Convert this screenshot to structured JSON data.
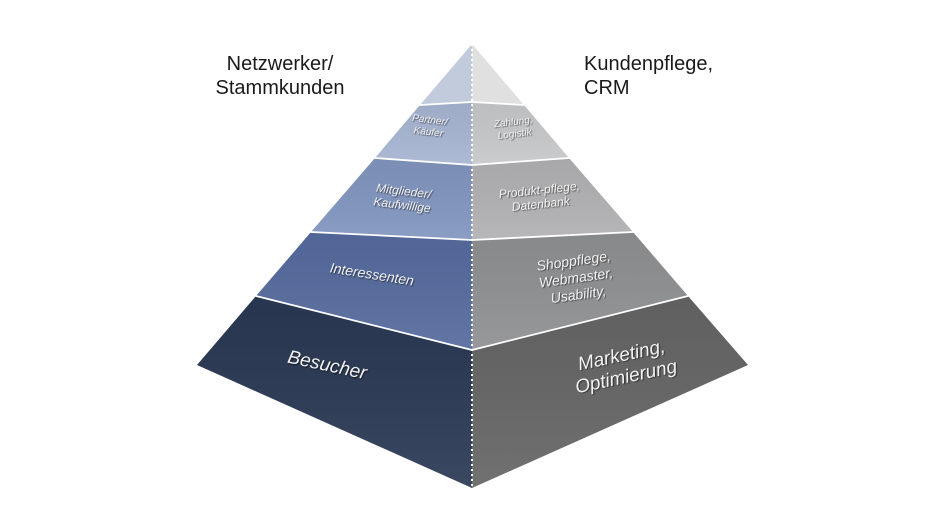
{
  "annotations": {
    "top_left": {
      "lines": [
        "Netzwerker/",
        "Stammkunden"
      ]
    },
    "top_right": {
      "lines": [
        "Kundenpflege,",
        "CRM"
      ]
    }
  },
  "pyramid": {
    "divider_color": "#ffffff",
    "text_colors": {
      "heading": "#1a1a1a",
      "face_label": "#f2f2f2"
    },
    "levels": [
      {
        "id": "tip",
        "left": {
          "color": "#c2cbdc",
          "lines": []
        },
        "right": {
          "color": "#e0e0e1",
          "lines": []
        }
      },
      {
        "id": "partner-zahlung",
        "left": {
          "color": "#a7b5d2",
          "lines": [
            "Partner/",
            "Käufer"
          ]
        },
        "right": {
          "color": "#c7c8ca",
          "lines": [
            "Zahlung,",
            "Logistik"
          ]
        }
      },
      {
        "id": "mitglieder-produkt",
        "left": {
          "color": "#8195bf",
          "lines": [
            "Mitglieder/",
            "Kaufwillige"
          ]
        },
        "right": {
          "color": "#b1b1b3",
          "lines": [
            "Produkt-pflege,",
            "Datenbank"
          ]
        }
      },
      {
        "id": "interessenten-shop",
        "left": {
          "color": "#556b9e",
          "lines": [
            "Interessenten"
          ]
        },
        "right": {
          "color": "#8f9092",
          "lines": [
            "Shoppflege,",
            "Webmaster,",
            "Usability,"
          ]
        }
      },
      {
        "id": "besucher-marketing",
        "left": {
          "color": "#2a3853",
          "lines": [
            "Besucher"
          ]
        },
        "right": {
          "color": "#656565",
          "lines": [
            "Marketing,",
            "Optimierung"
          ]
        }
      }
    ]
  }
}
